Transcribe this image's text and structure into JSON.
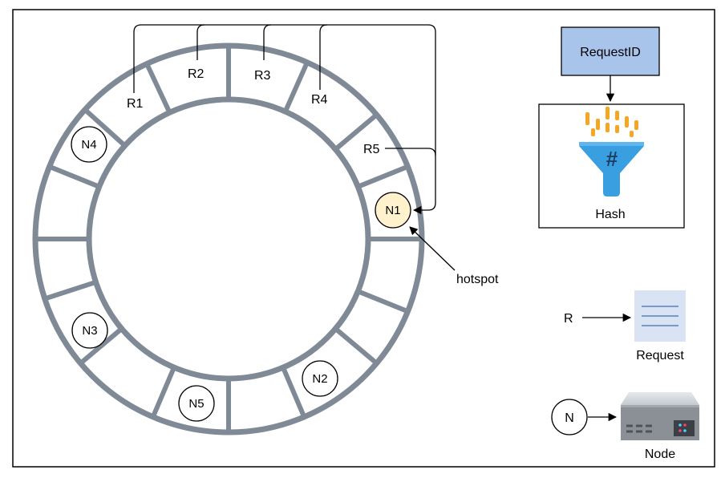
{
  "ring": {
    "nodes": [
      {
        "id": "n4",
        "label": "N4"
      },
      {
        "id": "n1",
        "label": "N1",
        "hotspot": true
      },
      {
        "id": "n3",
        "label": "N3"
      },
      {
        "id": "n5",
        "label": "N5"
      },
      {
        "id": "n2",
        "label": "N2"
      }
    ],
    "requests": [
      {
        "id": "r1",
        "label": "R1"
      },
      {
        "id": "r2",
        "label": "R2"
      },
      {
        "id": "r3",
        "label": "R3"
      },
      {
        "id": "r4",
        "label": "R4"
      },
      {
        "id": "r5",
        "label": "R5"
      }
    ],
    "hotspot_label": "hotspot"
  },
  "pipeline": {
    "request_id_label": "RequestID",
    "hash_label": "Hash"
  },
  "legend": {
    "request_symbol": "R",
    "request_label": "Request",
    "node_symbol": "N",
    "node_label": "Node"
  },
  "colors": {
    "ring": "#7f8a96",
    "hotspot_fill": "#fff2cc",
    "request_id_fill": "#a9c4eb",
    "funnel": "#3a9fe0",
    "hash_bars": "#f5a623",
    "request_doc": "#dae3f3",
    "request_lines": "#5a7fc0"
  },
  "icons": [
    "funnel-hash-icon",
    "document-icon",
    "server-icon"
  ]
}
